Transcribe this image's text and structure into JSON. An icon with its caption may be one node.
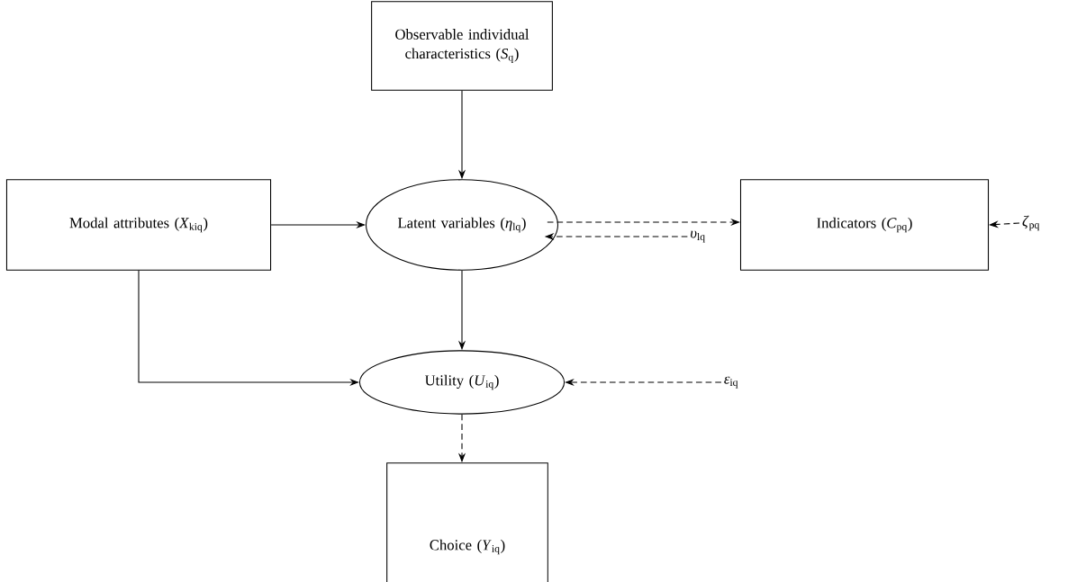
{
  "diagram": {
    "nodes": [
      {
        "text": [
          "Observable individual characteristics (*S*$_{q}$)"
        ]
      },
      {
        "text": [
          "Modal attributes (*X*$_{kiq}$)"
        ]
      },
      {
        "text": [
          "Latent variables (*η*$_{lq}$)"
        ]
      },
      {
        "text": [
          "Indicators (*C*$_{pq}$)"
        ]
      },
      {
        "text": [
          "*ζ*$_{pq}$"
        ]
      },
      {
        "text": [
          "*υ*$_{lq}$"
        ]
      },
      {
        "text": [
          "Utility (*U*$_{iq}$)"
        ]
      },
      {
        "text": [
          "*ε*$_{iq}$"
        ]
      },
      {
        "text": [
          "Choice (*Y*$_{iq}$)"
        ]
      }
    ],
    "edges": [
      {
        "from": 0,
        "to": 2,
        "arrow": "to"
      },
      {
        "from": 1,
        "to": 2,
        "arrow": "to"
      },
      {
        "from": 2,
        "to": 3,
        "arrow": "to",
        "style": "dashed"
      },
      {
        "from": 4,
        "to": 3,
        "arrow": "to",
        "style": "dashed"
      },
      {
        "from": 5,
        "to": 2,
        "arrow": "to",
        "style": "dashed"
      },
      {
        "from": 2,
        "to": 6,
        "arrow": "to"
      },
      {
        "from": 1,
        "to": 6,
        "arrow": "to"
      },
      {
        "from": 7,
        "to": 6,
        "arrow": "to",
        "style": "dashed"
      },
      {
        "from": 6,
        "to": 8,
        "arrow": "to",
        "style": "dashed"
      }
    ]
  }
}
